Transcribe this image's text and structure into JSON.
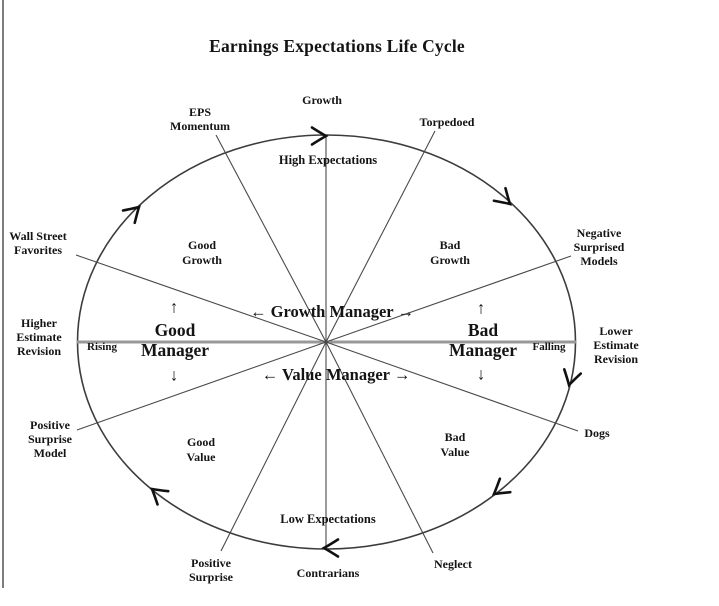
{
  "title": "Earnings Expectations Life Cycle",
  "cycle": {
    "outer_labels": {
      "growth": "Growth",
      "torpedoed": "Torpedoed",
      "negative_surprised_models": "Negative\nSurprised\nModels",
      "lower_estimate_revision": "Lower\nEstimate\nRevision",
      "dogs": "Dogs",
      "neglect": "Neglect",
      "contrarians": "Contrarians",
      "positive_surprise": "Positive\nSurprise",
      "positive_surprise_model": "Positive\nSurprise\nModel",
      "higher_estimate_revision": "Higher\nEstimate\nRevision",
      "wall_street_favorites": "Wall Street\nFavorites",
      "eps_momentum": "EPS\nMomentum"
    },
    "inner_labels": {
      "high_expectations": "High Expectations",
      "low_expectations": "Low Expectations",
      "good_growth": "Good\nGrowth",
      "bad_growth": "Bad\nGrowth",
      "good_value": "Good\nValue",
      "bad_value": "Bad\nValue"
    },
    "axis_labels": {
      "rising": "Rising",
      "falling": "Falling"
    },
    "manager_labels": {
      "growth_manager": "← Growth Manager →",
      "value_manager": "← Value Manager →",
      "good_manager": "Good\nManager",
      "bad_manager": "Bad\nManager",
      "up_arrow": "↑",
      "down_arrow": "↓"
    }
  },
  "colors": {
    "text": "#141414",
    "ellipse_line": "#3c3c3c",
    "spoke_line": "#4a4a4a",
    "axis_line": "#989898",
    "arrowhead": "#111111",
    "background": "#ffffff",
    "left_edge_line": "#7d7d7d"
  }
}
